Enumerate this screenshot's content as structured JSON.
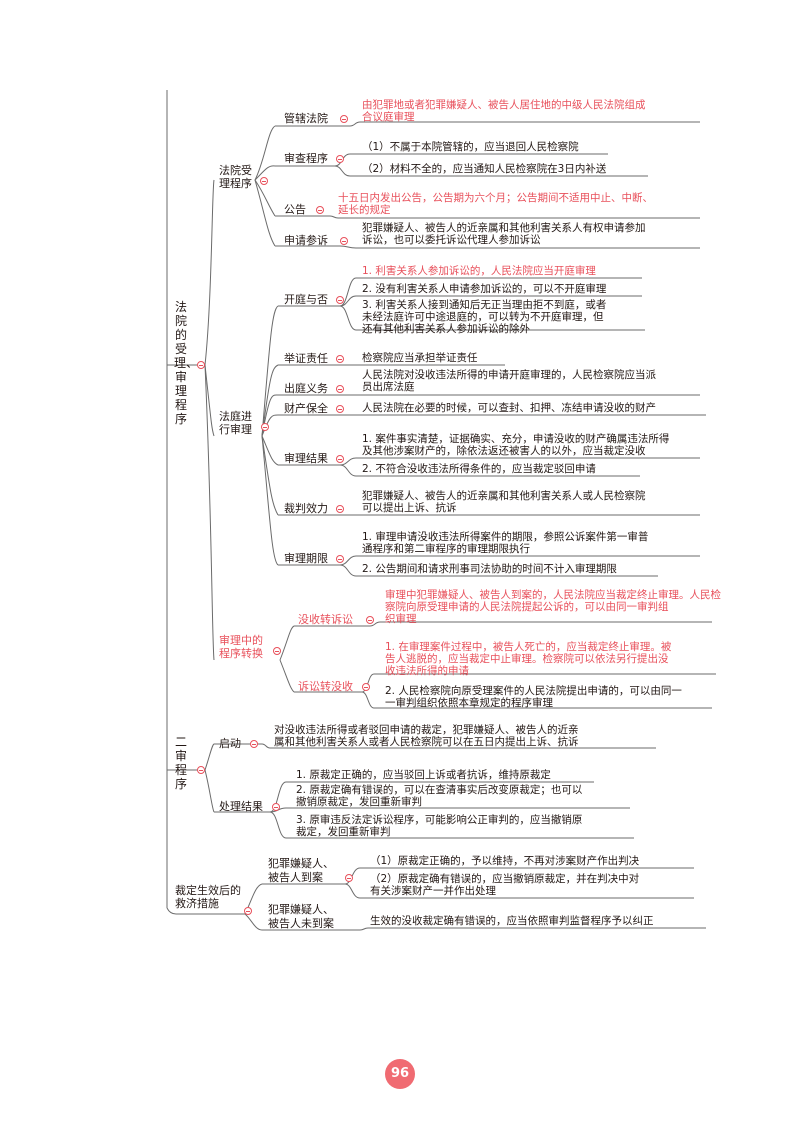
{
  "page_number": "96",
  "sections": {
    "s1": {
      "label": "法院的受理、审理程序",
      "accept": {
        "label": "法院受理程序",
        "jurisdiction": {
          "label": "管辖法院",
          "text": [
            "由犯罪地或者犯罪嫌疑人、被告人居住地的中级人民法院组成",
            "合议庭审理"
          ]
        },
        "review": {
          "label": "审查程序",
          "items": [
            "（1）不属于本院管辖的，应当退回人民检察院",
            "（2）材料不全的，应当通知人民检察院在3日内补送"
          ]
        },
        "notice": {
          "label": "公告",
          "text": [
            "十五日内发出公告，公告期为六个月；公告期间不适用中止、中断、",
            "延长的规定"
          ]
        },
        "apply": {
          "label": "申请参诉",
          "text": [
            "犯罪嫌疑人、被告人的近亲属和其他利害关系人有权申请参加",
            "诉讼，也可以委托诉讼代理人参加诉讼"
          ]
        }
      },
      "trial": {
        "label": "法庭进行审理",
        "open": {
          "label": "开庭与否",
          "item1": "1. 利害关系人参加诉讼的，人民法院应当开庭审理",
          "item2": "2. 没有利害关系人申请参加诉讼的，可以不开庭审理",
          "item3": [
            "3. 利害关系人接到通知后无正当理由拒不到庭，或者",
            "未经法庭许可中途退庭的，可以转为不开庭审理，但",
            "还有其他利害关系人参加诉讼的除外"
          ]
        },
        "proof": {
          "label": "举证责任",
          "text": "检察院应当承担举证责任"
        },
        "duty": {
          "label": "出庭义务",
          "text": [
            "人民法院对没收违法所得的申请开庭审理的，人民检察院应当派",
            "员出席法庭"
          ]
        },
        "preserve": {
          "label": "财产保全",
          "text": "人民法院在必要的时候，可以查封、扣押、冻结申请没收的财产"
        },
        "result": {
          "label": "审理结果",
          "item1": [
            "1. 案件事实清楚，证据确实、充分，申请没收的财产确属违法所得",
            "及其他涉案财产的，除依法返还被害人的以外，应当裁定没收"
          ],
          "item2": "2. 不符合没收违法所得条件的，应当裁定驳回申请"
        },
        "effect": {
          "label": "裁判效力",
          "text": [
            "犯罪嫌疑人、被告人的近亲属和其他利害关系人或人民检察院",
            "可以提出上诉、抗诉"
          ]
        },
        "period": {
          "label": "审理期限",
          "item1": [
            "1. 审理申请没收违法所得案件的期限，参照公诉案件第一审普",
            "通程序和第二审程序的审理期限执行"
          ],
          "item2": "2. 公告期间和请求刑事司法协助的时间不计入审理期限"
        }
      },
      "convert": {
        "label": "审理中的程序转换",
        "to_confiscate": {
          "label": "没收转诉讼",
          "text": [
            "审理中犯罪嫌疑人、被告人到案的，人民法院应当裁定终止审理。人民检",
            "察院向原受理申请的人民法院提起公诉的，可以由同一审判组",
            "织审理"
          ]
        },
        "to_litigation": {
          "label": "诉讼转没收",
          "item1": [
            "1. 在审理案件过程中，被告人死亡的，应当裁定终止审理。被",
            "告人逃脱的，应当裁定中止审理。检察院可以依法另行提出没",
            "收违法所得的申请"
          ],
          "item2": [
            "2. 人民检察院向原受理案件的人民法院提出申请的，可以由同一",
            "一审判组织依照本章规定的程序审理"
          ]
        }
      }
    },
    "s2": {
      "label": "二审程序",
      "start": {
        "label": "启动",
        "text": [
          "对没收违法所得或者驳回申请的裁定，犯罪嫌疑人、被告人的近亲",
          "属和其他利害关系人或者人民检察院可以在五日内提出上诉、抗诉"
        ]
      },
      "handle": {
        "label": "处理结果",
        "item1": "1. 原裁定正确的，应当驳回上诉或者抗诉，维持原裁定",
        "item2": [
          "2. 原裁定确有错误的，可以在查清事实后改变原裁定；也可以",
          "撤销原裁定，发回重新审判"
        ],
        "item3": [
          "3. 原审违反法定诉讼程序，可能影响公正审判的，应当撤销原",
          "裁定，发回重新审判"
        ]
      }
    },
    "s3": {
      "label": "裁定生效后的救济措施",
      "present": {
        "label": [
          "犯罪嫌疑人、",
          "被告人到案"
        ],
        "item1": "（1）原裁定正确的，予以维持，不再对涉案财产作出判决",
        "item2": [
          "（2）原裁定确有错误的，应当撤销原裁定，并在判决中对",
          "有关涉案财产一并作出处理"
        ]
      },
      "absent": {
        "label": [
          "犯罪嫌疑人、",
          "被告人未到案"
        ],
        "text": "生效的没收裁定确有错误的，应当依照审判监督程序予以纠正"
      }
    }
  },
  "colors": {
    "line": "#6b6b6b",
    "accent": "#e8505b"
  }
}
